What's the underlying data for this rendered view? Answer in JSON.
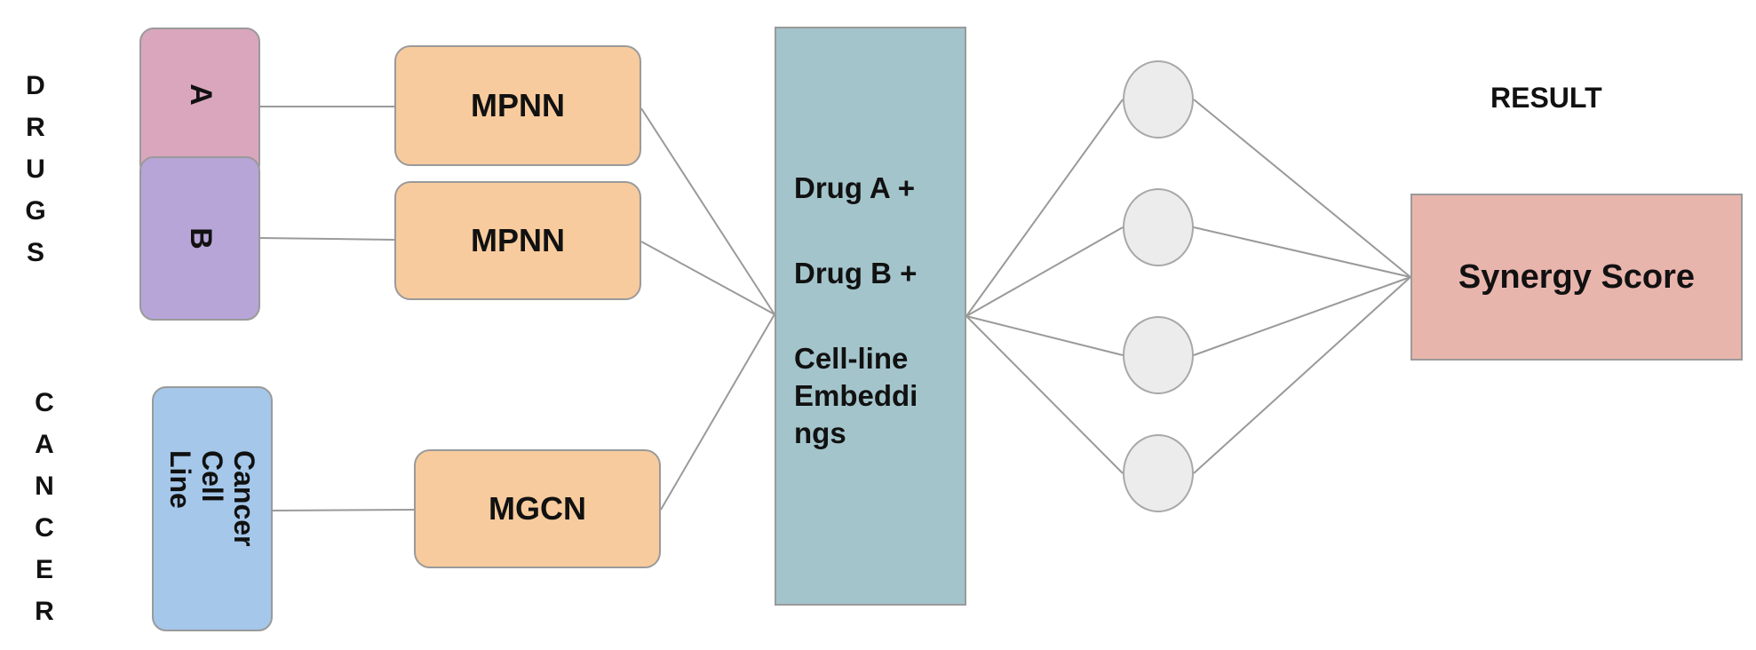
{
  "labels": {
    "drugs": [
      "D",
      "R",
      "U",
      "G",
      "S"
    ],
    "cancer": [
      "C",
      "A",
      "N",
      "C",
      "E",
      "R"
    ],
    "result": "RESULT"
  },
  "inputs": {
    "drug_a": "A",
    "drug_b": "B",
    "cell_line": "Cancer Cell Line"
  },
  "encoders": {
    "mpnn_a": "MPNN",
    "mpnn_b": "MPNN",
    "mgcn": "MGCN"
  },
  "embedding": {
    "line1": "Drug A +",
    "line2": "Drug B +",
    "line3": "Cell-line",
    "line4": "Embeddi",
    "line5": "ngs"
  },
  "output": {
    "score": "Synergy Score"
  },
  "colors": {
    "drug_a": "#d9a6bd",
    "drug_b": "#b7a5d8",
    "cell_line": "#a4c7ea",
    "encoder": "#f7cb9d",
    "embedding": "#a3c4cb",
    "node": "#ececec",
    "synergy": "#e8b5ad",
    "line": "#9a9a9a"
  }
}
